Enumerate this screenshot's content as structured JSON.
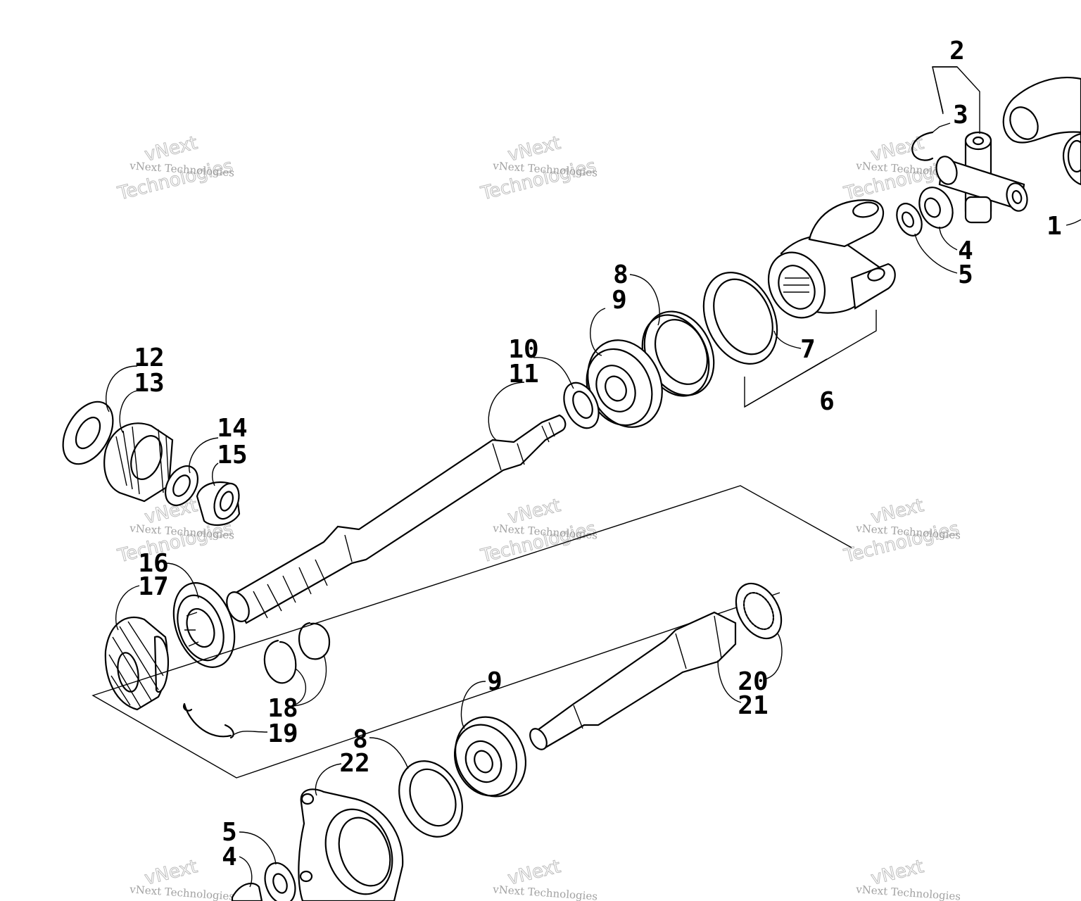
{
  "diagram": {
    "callouts": [
      {
        "id": "c1",
        "text": "1"
      },
      {
        "id": "c2",
        "text": "2"
      },
      {
        "id": "c3",
        "text": "3"
      },
      {
        "id": "c4a",
        "text": "4"
      },
      {
        "id": "c5a",
        "text": "5"
      },
      {
        "id": "c6",
        "text": "6"
      },
      {
        "id": "c7",
        "text": "7"
      },
      {
        "id": "c8a",
        "text": "8"
      },
      {
        "id": "c9a",
        "text": "9"
      },
      {
        "id": "c10",
        "text": "10"
      },
      {
        "id": "c11",
        "text": "11"
      },
      {
        "id": "c12",
        "text": "12"
      },
      {
        "id": "c13",
        "text": "13"
      },
      {
        "id": "c14",
        "text": "14"
      },
      {
        "id": "c15",
        "text": "15"
      },
      {
        "id": "c16",
        "text": "16"
      },
      {
        "id": "c17",
        "text": "17"
      },
      {
        "id": "c18",
        "text": "18"
      },
      {
        "id": "c19",
        "text": "19"
      },
      {
        "id": "c9b",
        "text": "9"
      },
      {
        "id": "c20",
        "text": "20"
      },
      {
        "id": "c21",
        "text": "21"
      },
      {
        "id": "c8b",
        "text": "8"
      },
      {
        "id": "c22",
        "text": "22"
      },
      {
        "id": "c5b",
        "text": "5"
      },
      {
        "id": "c4b",
        "text": "4"
      }
    ]
  },
  "watermark": {
    "line1": "vNext Technologies",
    "line2": "vNext",
    "line3": "Technologies"
  }
}
